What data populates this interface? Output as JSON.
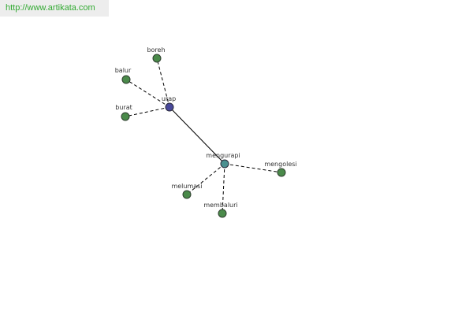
{
  "source_url": "http://www.artikata.com",
  "colors": {
    "peripheral_node": "#4a8a4a",
    "central_node": "#48489a",
    "secondary_hub": "#4a9090",
    "edge": "#000000"
  },
  "graph": {
    "nodes": [
      {
        "id": "boreh",
        "label": "boreh",
        "kind": "peripheral"
      },
      {
        "id": "balur",
        "label": "balur",
        "kind": "peripheral"
      },
      {
        "id": "burat",
        "label": "burat",
        "kind": "peripheral"
      },
      {
        "id": "urap",
        "label": "urap",
        "kind": "central"
      },
      {
        "id": "mengurapi",
        "label": "mengurapi",
        "kind": "hub"
      },
      {
        "id": "mengolesi",
        "label": "mengolesi",
        "kind": "peripheral"
      },
      {
        "id": "melumasi",
        "label": "melumasi",
        "kind": "peripheral"
      },
      {
        "id": "membaluri",
        "label": "membaluri",
        "kind": "peripheral"
      }
    ],
    "edges": [
      {
        "from": "urap",
        "to": "boreh",
        "style": "dashed"
      },
      {
        "from": "urap",
        "to": "balur",
        "style": "dashed"
      },
      {
        "from": "urap",
        "to": "burat",
        "style": "dashed"
      },
      {
        "from": "urap",
        "to": "mengurapi",
        "style": "solid"
      },
      {
        "from": "mengurapi",
        "to": "mengolesi",
        "style": "dashed"
      },
      {
        "from": "mengurapi",
        "to": "melumasi",
        "style": "dashed"
      },
      {
        "from": "mengurapi",
        "to": "membaluri",
        "style": "dashed"
      }
    ]
  }
}
